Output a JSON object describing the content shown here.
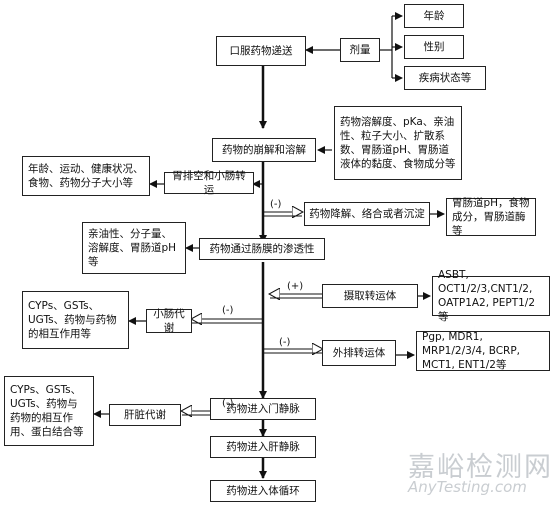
{
  "nodes": {
    "oral": "口服药物递送",
    "dose": "剂量",
    "age": "年龄",
    "sex": "性别",
    "disease": "疾病状态等",
    "dissolve": "药物的崩解和溶解",
    "props": "药物溶解度、pKa、亲油性、粒子大小、扩散系数、胃肠道pH、胃肠道液体的黏度、食物成分等",
    "gastric": "胃排空和小肠转运",
    "factors": "年龄、运动、健康状况、食物、药物分子大小等",
    "degrade": "药物降解、络合或者沉淀",
    "gi_env": "胃肠道pH，食物成分，胃肠道酶等",
    "permeate": "药物通过肠膜的渗透性",
    "perm_props": "亲油性、分子量、溶解度、胃肠道pH等",
    "uptake": "摄取转运体",
    "uptake_list": "ASBT, OCT1/2/3,CNT1/2, OATP1A2, PEPT1/2等",
    "intest_metab": "小肠代谢",
    "cyp1": "CYPs、GSTs、UGTs、药物与药物的相互作用等",
    "efflux": "外排转运体",
    "efflux_list": "Pgp, MDR1, MRP1/2/3/4, BCRP, MCT1, ENT1/2等",
    "portal": "药物进入门静脉",
    "hepatic_metab": "肝脏代谢",
    "cyp2": "CYPs、GSTs、UGTs、药物与药物的相互作用、蛋白结合等",
    "liver": "药物进入肝静脉",
    "circulation": "药物进入体循环"
  },
  "signs": {
    "degrade": "(-)",
    "uptake": "(+)",
    "intest": "(-)",
    "efflux": "(-)",
    "hepatic": "(-)"
  },
  "watermark": {
    "cn": "嘉峪检测网",
    "en": "AnyTesting.com"
  }
}
